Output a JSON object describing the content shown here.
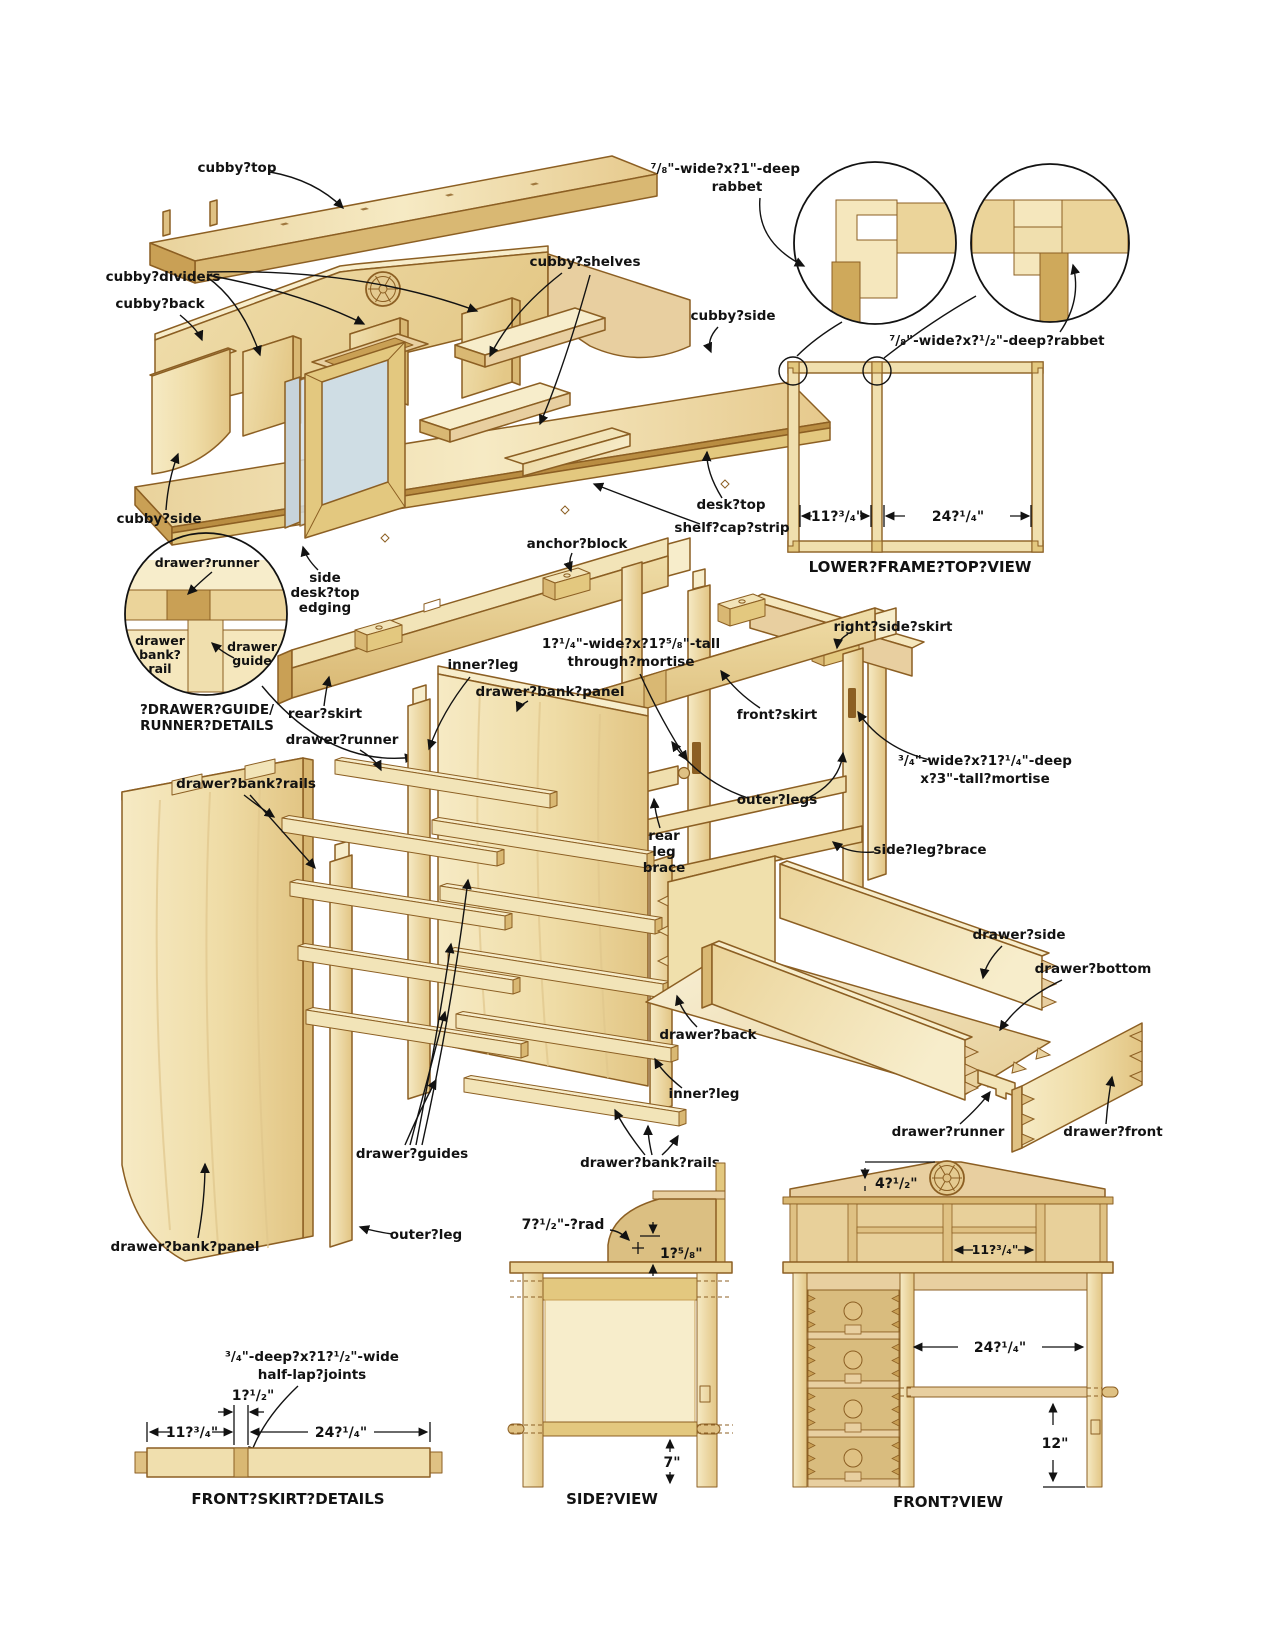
{
  "colors": {
    "background": "#FFFFFF",
    "wood_light": "#F5E8C0",
    "wood_pale": "#F7EDCB",
    "wood_mid": "#EBD49A",
    "wood_tan": "#DFC183",
    "wood_dark": "#C9A055",
    "wood_outline": "#8C5F23",
    "glass": "#CFDDE4",
    "label_text": "#121212"
  },
  "exploded_cubby": {
    "labels": {
      "cubby_top": "cubby?top",
      "cubby_dividers": "cubby?dividers",
      "cubby_back": "cubby?back",
      "cubby_shelves": "cubby?shelves",
      "cubby_side_right": "cubby?side",
      "cubby_side_left": "cubby?side",
      "desk_top": "desk?top",
      "shelf_cap_strip": "shelf?cap?strip",
      "anchor_block": "anchor?block",
      "side_edging_line1": "side",
      "side_edging_line2": "desk?top",
      "side_edging_line3": "edging",
      "rear_skirt": "rear?skirt"
    }
  },
  "rabbet_details": {
    "left_note_line1": "⁷/₈\"-wide?x?1\"-deep",
    "left_note_line2": "rabbet",
    "right_note": "⁷/₈\"-wide?x?¹/₂\"-deep?rabbet"
  },
  "lower_frame_top_view": {
    "title": "LOWER?FRAME?TOP?VIEW",
    "dim_left": "11?³/₄\"",
    "dim_right": "24?¹/₄\""
  },
  "guide_runner_detail": {
    "title_line1": "?DRAWER?GUIDE/",
    "title_line2": "RUNNER?DETAILS",
    "runner": "drawer?runner",
    "rail_line1": "drawer",
    "rail_line2": "bank?",
    "rail_line3": "rail",
    "guide_line1": "drawer",
    "guide_line2": "guide"
  },
  "base_frame": {
    "labels": {
      "right_side_skirt": "right?side?skirt",
      "front_skirt": "front?skirt",
      "outer_legs": "outer?legs",
      "rear_leg_brace_line1": "rear",
      "rear_leg_brace_line2": "leg",
      "rear_leg_brace_line3": "brace",
      "side_leg_brace": "side?leg?brace",
      "through_mortise_line1": "1?¹/₄\"-wide?x?1?⁵/₈\"-tall",
      "through_mortise_line2": "through?mortise",
      "side_mortise_line1": "³/₄\"-wide?x?1?¹/₄\"-deep",
      "side_mortise_line2": "x?3\"-tall?mortise"
    }
  },
  "drawer_bank": {
    "labels": {
      "inner_leg_upper": "inner?leg",
      "panel_upper": "drawer?bank?panel",
      "runner": "drawer?runner",
      "rails_left": "drawer?bank?rails",
      "guides": "drawer?guides",
      "rails_right": "drawer?bank?rails",
      "panel_lower": "drawer?bank?panel",
      "outer_leg": "outer?leg",
      "inner_leg_lower": "inner?leg"
    }
  },
  "drawer": {
    "labels": {
      "side": "drawer?side",
      "bottom": "drawer?bottom",
      "back": "drawer?back",
      "runner": "drawer?runner",
      "front": "drawer?front"
    }
  },
  "front_skirt_details": {
    "title": "FRONT?SKIRT?DETAILS",
    "note_line1": "³/₄\"-deep?x?1?¹/₂\"-wide",
    "note_line2": "half-lap?joints",
    "dim_gap": "1?¹/₂\"",
    "dim_left": "11?³/₄\"",
    "dim_right": "24?¹/₄\""
  },
  "side_view": {
    "title": "SIDE?VIEW",
    "radius_note": "7?¹/₂\"-?rad",
    "dim_setback": "1?⁵/₈\"",
    "dim_brace_height": "7\""
  },
  "front_view": {
    "title": "FRONT?VIEW",
    "dim_gable": "4?¹/₂\"",
    "dim_cubby": "11?³/₄\"",
    "dim_opening": "24?¹/₄\"",
    "dim_brace": "12\""
  }
}
